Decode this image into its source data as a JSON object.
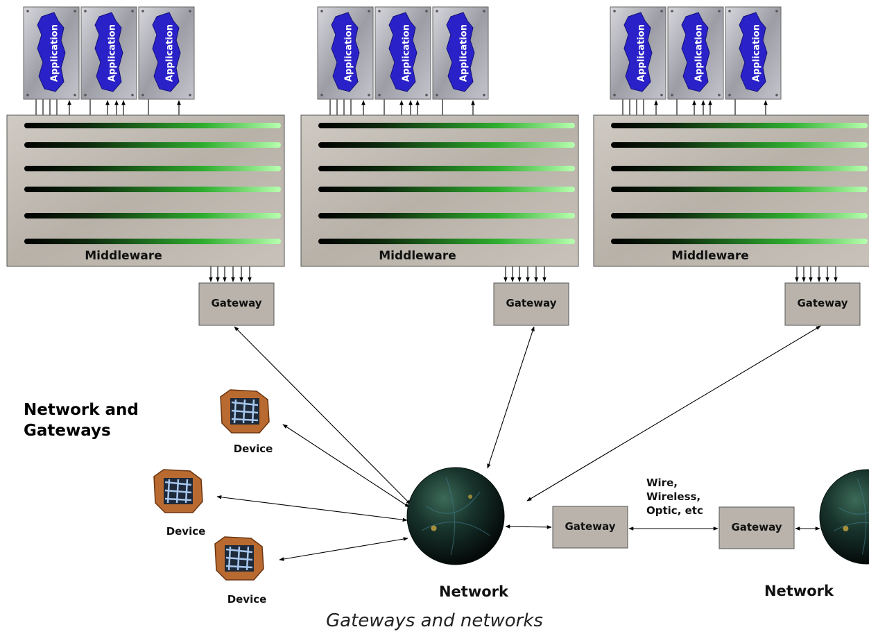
{
  "labels": {
    "application": "Application",
    "middleware": "Middleware",
    "gateway": "Gateway",
    "device": "Device",
    "network": "Network",
    "medium": [
      "Wire,",
      "Wireless,",
      "Optic, etc"
    ]
  },
  "heading": [
    "Network and",
    "Gateways"
  ],
  "caption": "Gateways and networks",
  "colors": {
    "application_panel": "#b8b8c0",
    "application_blob": "#2a22c8",
    "middleware_panel": "#c0bbb3",
    "gateway_box": "#b9b3ab",
    "channel_glow": "#44e044",
    "network_sphere": "#10201e",
    "device_frame": "#b86a30"
  }
}
